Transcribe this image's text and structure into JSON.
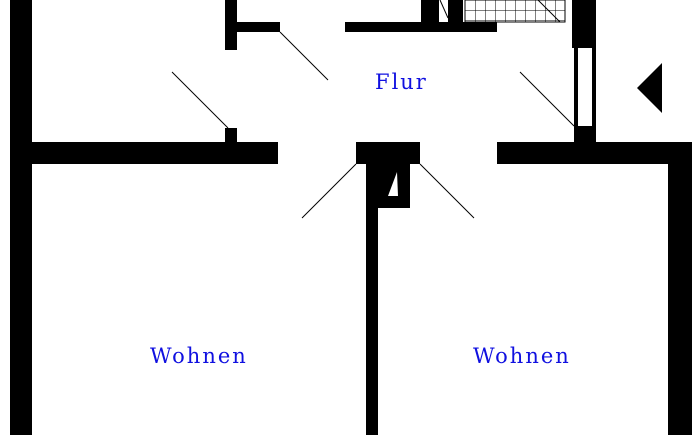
{
  "rooms": {
    "hall": "Flur",
    "living_left": "Wohnen",
    "living_right": "Wohnen"
  },
  "colors": {
    "wall": "#000000",
    "label": "#1010e0",
    "background": "#ffffff"
  },
  "icons": {
    "entrance_marker": "triangle-left-icon"
  }
}
